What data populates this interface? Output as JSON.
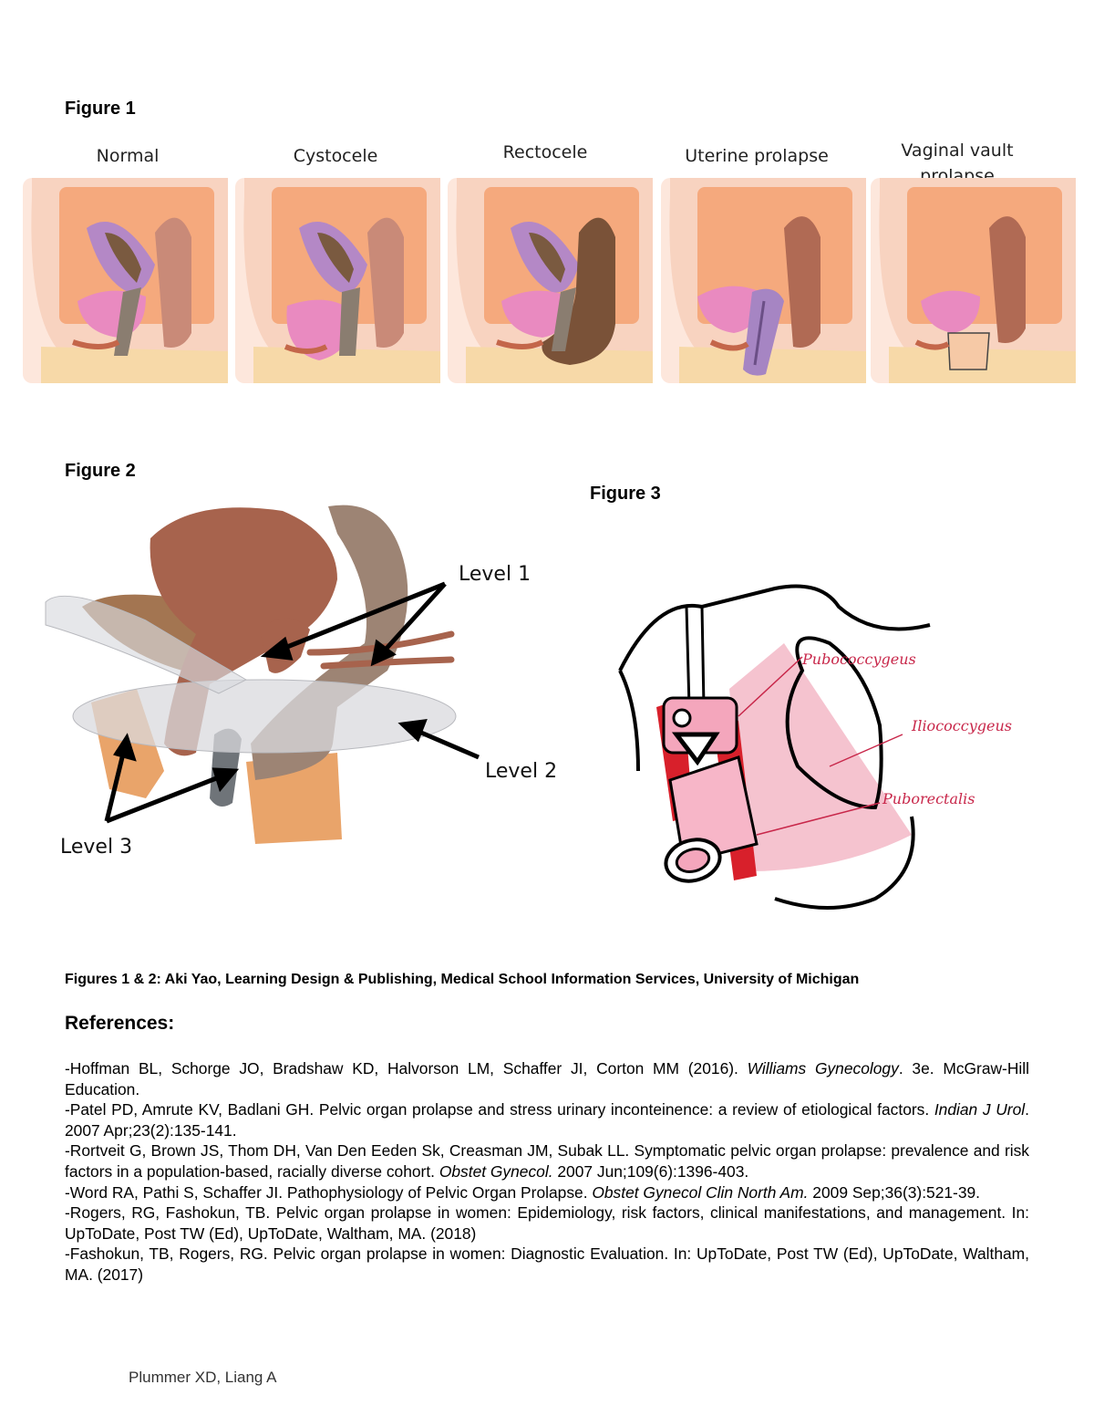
{
  "figure1": {
    "title": "Figure 1",
    "panels": [
      {
        "label": "Normal"
      },
      {
        "label": "Cystocele"
      },
      {
        "label": "Rectocele"
      },
      {
        "label": "Uterine prolapse"
      },
      {
        "label_line1": "Vaginal vault",
        "label_line2": "prolapse"
      }
    ]
  },
  "figure2": {
    "title": "Figure 2",
    "level1": "Level 1",
    "level2": "Level 2",
    "level3": "Level 3"
  },
  "figure3": {
    "title": "Figure 3",
    "muscles": [
      "Pubococcygeus",
      "Iliococcygeus",
      "Puborectalis"
    ]
  },
  "credit": "Figures 1 & 2: Aki Yao, Learning Design & Publishing, Medical School Information Services, University of Michigan",
  "references": {
    "heading": "References:",
    "items": [
      {
        "pre": "-Hoffman BL, Schorge JO, Bradshaw KD, Halvorson LM, Schaffer JI, Corton MM (2016). ",
        "journal": "Williams Gynecology",
        "post": ". 3e. McGraw-Hill Education."
      },
      {
        "pre": "-Patel PD, Amrute KV, Badlani GH. Pelvic organ prolapse and stress urinary inconteinence: a review of etiological factors. ",
        "journal": "Indian J Urol",
        "post": ". 2007 Apr;23(2):135-141."
      },
      {
        "pre": "-Rortveit G, Brown JS, Thom DH, Van Den Eeden Sk, Creasman JM, Subak LL. Symptomatic pelvic organ prolapse: prevalence and risk factors in a population-based, racially diverse cohort. ",
        "journal": "Obstet Gynecol.",
        "post": " 2007 Jun;109(6):1396-403."
      },
      {
        "pre": "-Word RA, Pathi S, Schaffer JI. Pathophysiology of Pelvic Organ Prolapse. ",
        "journal": "Obstet Gynecol Clin North Am.",
        "post": " 2009 Sep;36(3):521-39."
      },
      {
        "pre": "-Rogers, RG, Fashokun, TB. Pelvic organ prolapse in women: Epidemiology, risk factors, clinical manifestations, and management. In: UpToDate, Post TW (Ed), UpToDate, Waltham, MA. (2018)",
        "journal": "",
        "post": ""
      },
      {
        "pre": "-Fashokun, TB, Rogers, RG. Pelvic organ prolapse in women: Diagnostic Evaluation. In: UpToDate, Post TW (Ed), UpToDate, Waltham, MA. (2017)",
        "journal": "",
        "post": ""
      }
    ]
  },
  "footer": "Plummer XD, Liang A"
}
